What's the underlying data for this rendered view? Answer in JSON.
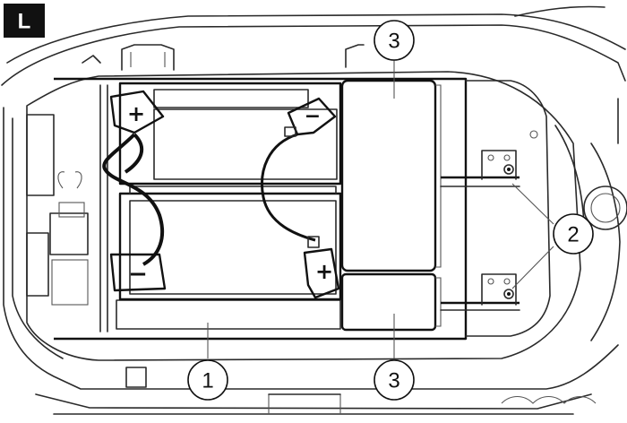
{
  "view_label": "L",
  "terminals": {
    "positive": "+",
    "negative": "−"
  },
  "callouts": {
    "battery": "1",
    "terminal_screws": "2",
    "battery_covers_top": "3",
    "battery_covers_bottom": "3"
  }
}
